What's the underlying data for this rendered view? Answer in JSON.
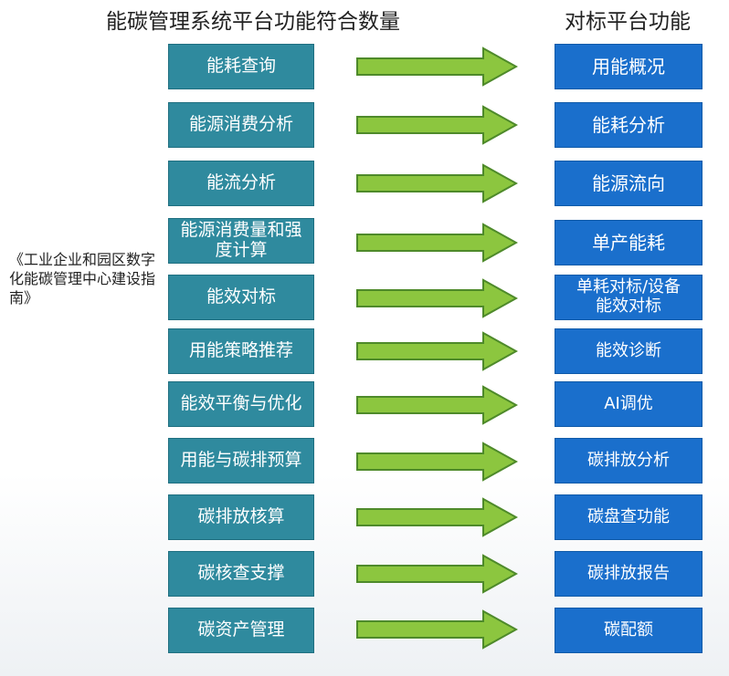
{
  "header": {
    "left_title": "能碳管理系统平台功能符合数量",
    "right_title": "对标平台功能"
  },
  "side_note": "《工业企业和园区数字化能碳管理中心建设指南》",
  "rows": [
    {
      "left": "能耗查询",
      "right": "用能概况"
    },
    {
      "left": "能源消费分析",
      "right": "能耗分析"
    },
    {
      "left": "能流分析",
      "right": "能源流向"
    },
    {
      "left": "能源消费量和强度计算",
      "right": "单产能耗"
    },
    {
      "left": "能效对标",
      "right": "单耗对标/设备能效对标"
    },
    {
      "left": "用能策略推荐",
      "right": "能效诊断"
    },
    {
      "left": "能效平衡与优化",
      "right": "AI调优"
    },
    {
      "left": "用能与碳排预算",
      "right": "碳排放分析"
    },
    {
      "left": "碳排放核算",
      "right": "碳盘查功能"
    },
    {
      "left": "碳核查支撑",
      "right": "碳排放报告"
    },
    {
      "left": "碳资产管理",
      "right": "碳配额"
    }
  ],
  "colors": {
    "left_box": "#2f8a9e",
    "right_box": "#1a6fcc",
    "arrow_fill": "#8cc63f",
    "arrow_stroke": "#4e8a2a"
  }
}
